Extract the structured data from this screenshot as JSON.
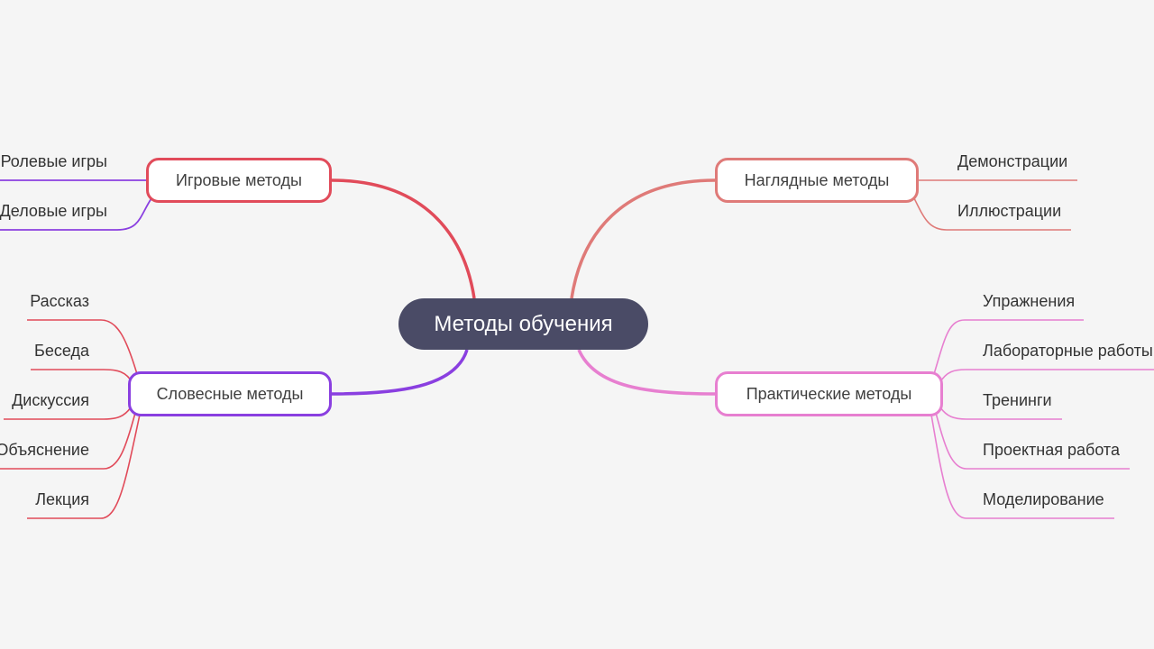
{
  "central_topic": "Методы обучения",
  "colors": {
    "root": "#4a4b66",
    "game": "#e14b5a",
    "verbal": "#8a3fe0",
    "visual": "#df7a78",
    "practical": "#e77fd0",
    "game_leaves": "#8a3fe0",
    "verbal_leaves": "#e14b5a",
    "visual_leaves": "#df7a78",
    "practical_leaves": "#e77fd0"
  },
  "branches": {
    "game": {
      "label": "Игровые методы",
      "children": [
        "Ролевые игры",
        "Деловые игры"
      ]
    },
    "verbal": {
      "label": "Словесные методы",
      "children": [
        "Рассказ",
        "Беседа",
        "Дискуссия",
        "Объяснение",
        "Лекция"
      ]
    },
    "visual": {
      "label": "Наглядные методы",
      "children": [
        "Демонстрации",
        "Иллюстрации"
      ]
    },
    "practical": {
      "label": "Практические методы",
      "children": [
        "Упражнения",
        "Лабораторные работы",
        "Тренинги",
        "Проектная работа",
        "Моделирование"
      ]
    }
  }
}
